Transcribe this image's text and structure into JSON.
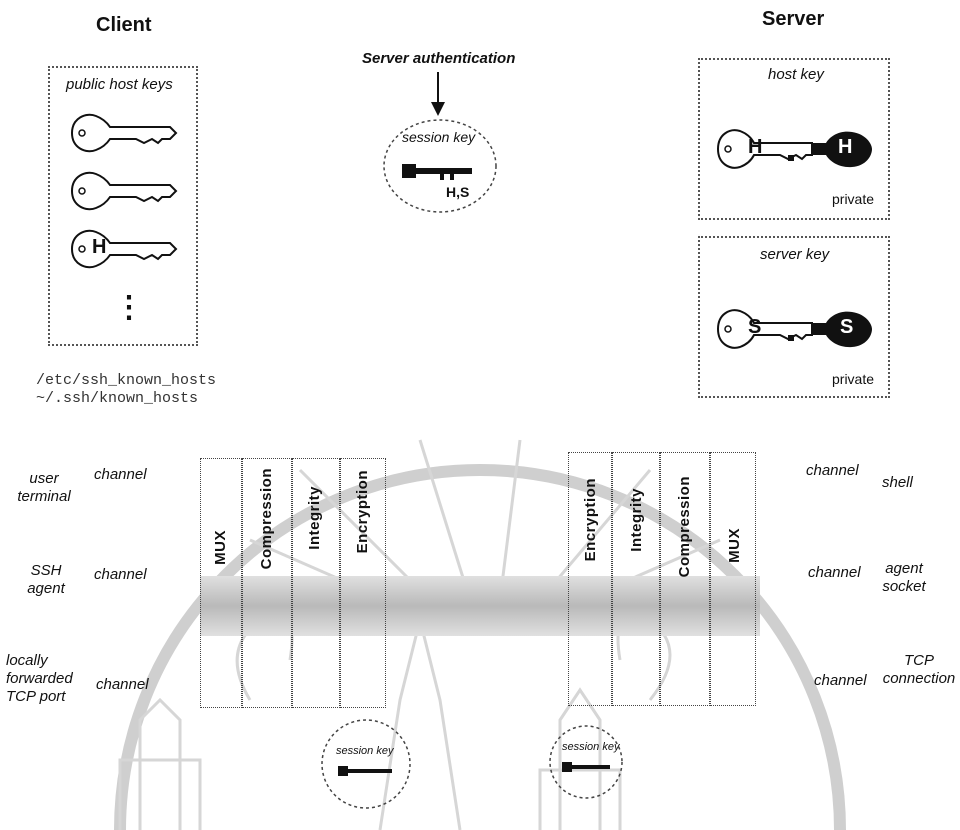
{
  "client": {
    "title": "Client",
    "keys_box_label": "public host keys",
    "host_key_letter": "H",
    "ellipsis": "⋮",
    "known_hosts_files": [
      "/etc/ssh_known_hosts",
      "~/.ssh/known_hosts"
    ],
    "sources": [
      {
        "source": "user terminal",
        "channel": "channel"
      },
      {
        "source": "SSH agent",
        "channel": "channel"
      },
      {
        "source": "locally forwarded TCP port",
        "channel": "channel"
      }
    ]
  },
  "server": {
    "title": "Server",
    "host_key_box": {
      "label": "host key",
      "letter": "H",
      "private_label": "private"
    },
    "server_key_box": {
      "label": "server key",
      "letter": "S",
      "private_label": "private"
    },
    "targets": [
      {
        "channel": "channel",
        "target": "shell"
      },
      {
        "channel": "channel",
        "target": "agent socket"
      },
      {
        "channel": "channel",
        "target": "TCP connection"
      }
    ]
  },
  "authentication": {
    "label": "Server authentication",
    "session_key_label": "session key",
    "session_key_letters": "H,S"
  },
  "client_pipeline": [
    "MUX",
    "Compression",
    "Integrity",
    "Encryption"
  ],
  "server_pipeline": [
    "Encryption",
    "Integrity",
    "Compression",
    "MUX"
  ],
  "bottom_session_keys": [
    "session key",
    "session key"
  ],
  "colors": {
    "ink": "#111111",
    "watermark": "#c9c9c9",
    "tunnel": "#bdbdbd"
  }
}
